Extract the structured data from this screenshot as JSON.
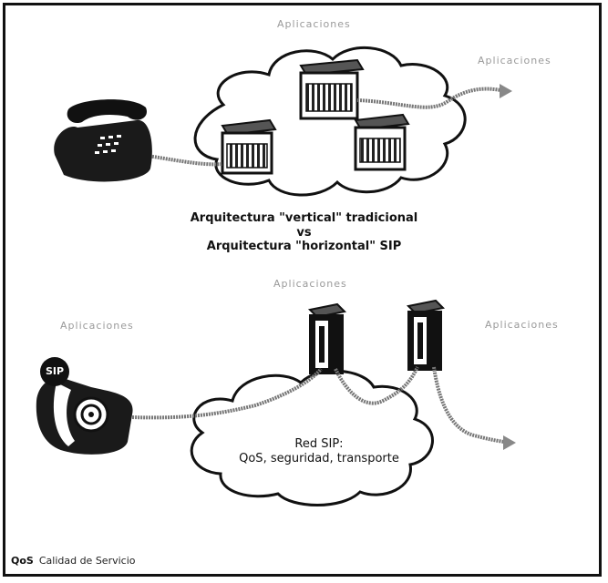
{
  "top_diagram": {
    "applications_label": "Aplicaciones",
    "right_label": "Aplicaciones"
  },
  "caption": {
    "line1": "Arquitectura \"vertical\" tradicional",
    "line2": "vs",
    "line3": "Arquitectura \"horizontal\" SIP"
  },
  "bottom_diagram": {
    "applications_top_label": "Aplicaciones",
    "applications_left_label": "Aplicaciones",
    "applications_right_label": "Aplicaciones",
    "phone_badge": "SIP",
    "network_title": "Red SIP:",
    "network_subtitle": "QoS, seguridad, transporte"
  },
  "footer": {
    "abbr": "QoS",
    "definition": "Calidad de Servicio"
  }
}
